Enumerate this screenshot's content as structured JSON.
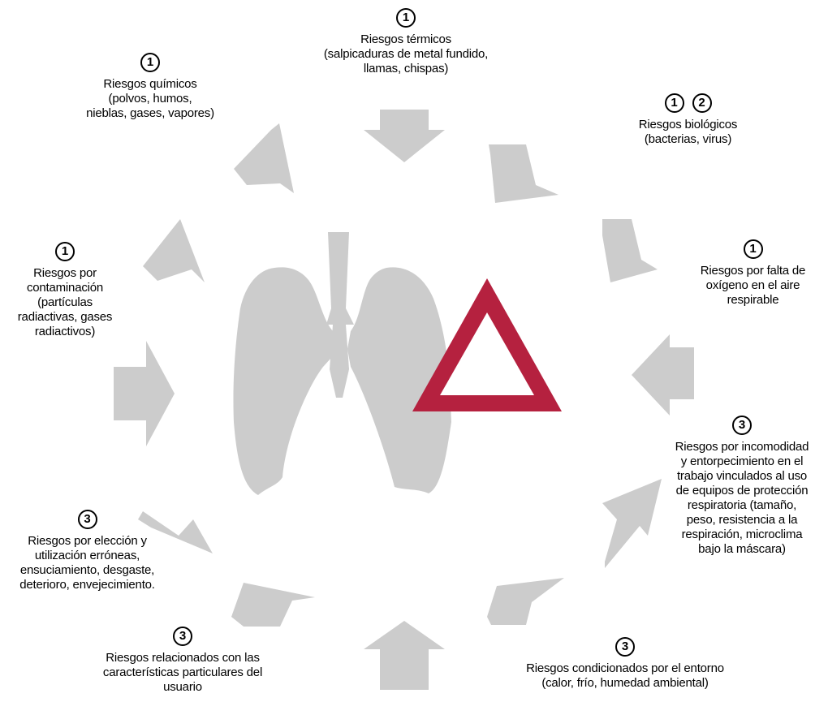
{
  "colors": {
    "arrow": "#cccccc",
    "lungs": "#cccccc",
    "warning": "#b5213f",
    "background": "#ffffff"
  },
  "center": {
    "lungs_icon": "lungs-icon",
    "warning_icon": "warning-triangle-icon"
  },
  "risks": [
    {
      "badges": [
        "1"
      ],
      "text": "Riesgos térmicos\n(salpicaduras de metal fundido,\nllamas, chispas)"
    },
    {
      "badges": [
        "1",
        "2"
      ],
      "text": "Riesgos biológicos\n(bacterias, virus)"
    },
    {
      "badges": [
        "1"
      ],
      "text": "Riesgos por falta de\noxígeno en el aire\nrespirable"
    },
    {
      "badges": [
        "3"
      ],
      "text": "Riesgos por incomodidad\ny entorpecimiento en el\ntrabajo vinculados al uso\nde equipos de protección\nrespiratoria (tamaño,\npeso, resistencia a la\nrespiración, microclima\nbajo la máscara)"
    },
    {
      "badges": [
        "3"
      ],
      "text": "Riesgos condicionados por el entorno\n(calor, frío, humedad ambiental)"
    },
    {
      "badges": [
        "3"
      ],
      "text": "Riesgos relacionados con las\ncaracterísticas particulares del\nusuario"
    },
    {
      "badges": [
        "3"
      ],
      "text": "Riesgos por elección y\nutilización erróneas,\nensuciamiento, desgaste,\ndeterioro, envejecimiento."
    },
    {
      "badges": [
        "1"
      ],
      "text": "Riesgos por\ncontaminación\n(partículas\nradiactivas, gases\nradiactivos)"
    },
    {
      "badges": [
        "1"
      ],
      "text": "Riesgos químicos\n(polvos, humos,\nnieblas, gases, vapores)"
    }
  ]
}
